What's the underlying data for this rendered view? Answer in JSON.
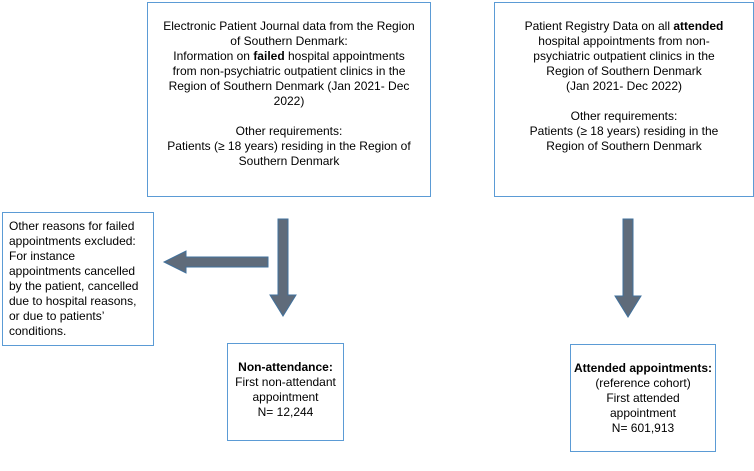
{
  "colors": {
    "border": "#5b9bd5",
    "arrow_fill": "#5f6b7a",
    "arrow_stroke": "#41719c"
  },
  "box_left": {
    "l1": "Electronic Patient Journal data from the Region",
    "l2": "of Southern Denmark:",
    "l3a": "Information on ",
    "l3b": "failed",
    "l3c": " hospital appointments",
    "l4": "from non-psychiatric outpatient clinics in the",
    "l5": "Region of Southern Denmark (Jan 2021- Dec",
    "l6": "2022)",
    "l7": "Other requirements:",
    "l8": "Patients (≥ 18 years) residing in the Region of",
    "l9": "Southern Denmark"
  },
  "box_right": {
    "l1a": "Patient Registry Data on all ",
    "l1b": "attended",
    "l2": "hospital appointments from non-",
    "l3": "psychiatric outpatient clinics in the",
    "l4": "Region of Southern Denmark",
    "l5": "(Jan 2021- Dec 2022)",
    "l6": "Other requirements:",
    "l7": "Patients (≥ 18 years) residing in the",
    "l8": "Region of Southern Denmark"
  },
  "box_excluded": {
    "l1": "Other reasons for failed",
    "l2": "appointments excluded:",
    "l3": "For instance",
    "l4": "appointments cancelled",
    "l5": "by the patient, cancelled",
    "l6": "due to hospital reasons,",
    "l7": "or due to patients’",
    "l8": "conditions."
  },
  "box_nonattendance": {
    "title": "Non-attendance:",
    "l2": "First non-attendant",
    "l3": "appointment",
    "l4": "N= 12,244"
  },
  "box_attended": {
    "title": "Attended appointments:",
    "l2": "(reference cohort)",
    "l3": "First attended",
    "l4": "appointment",
    "l5": "N= 601,913"
  }
}
